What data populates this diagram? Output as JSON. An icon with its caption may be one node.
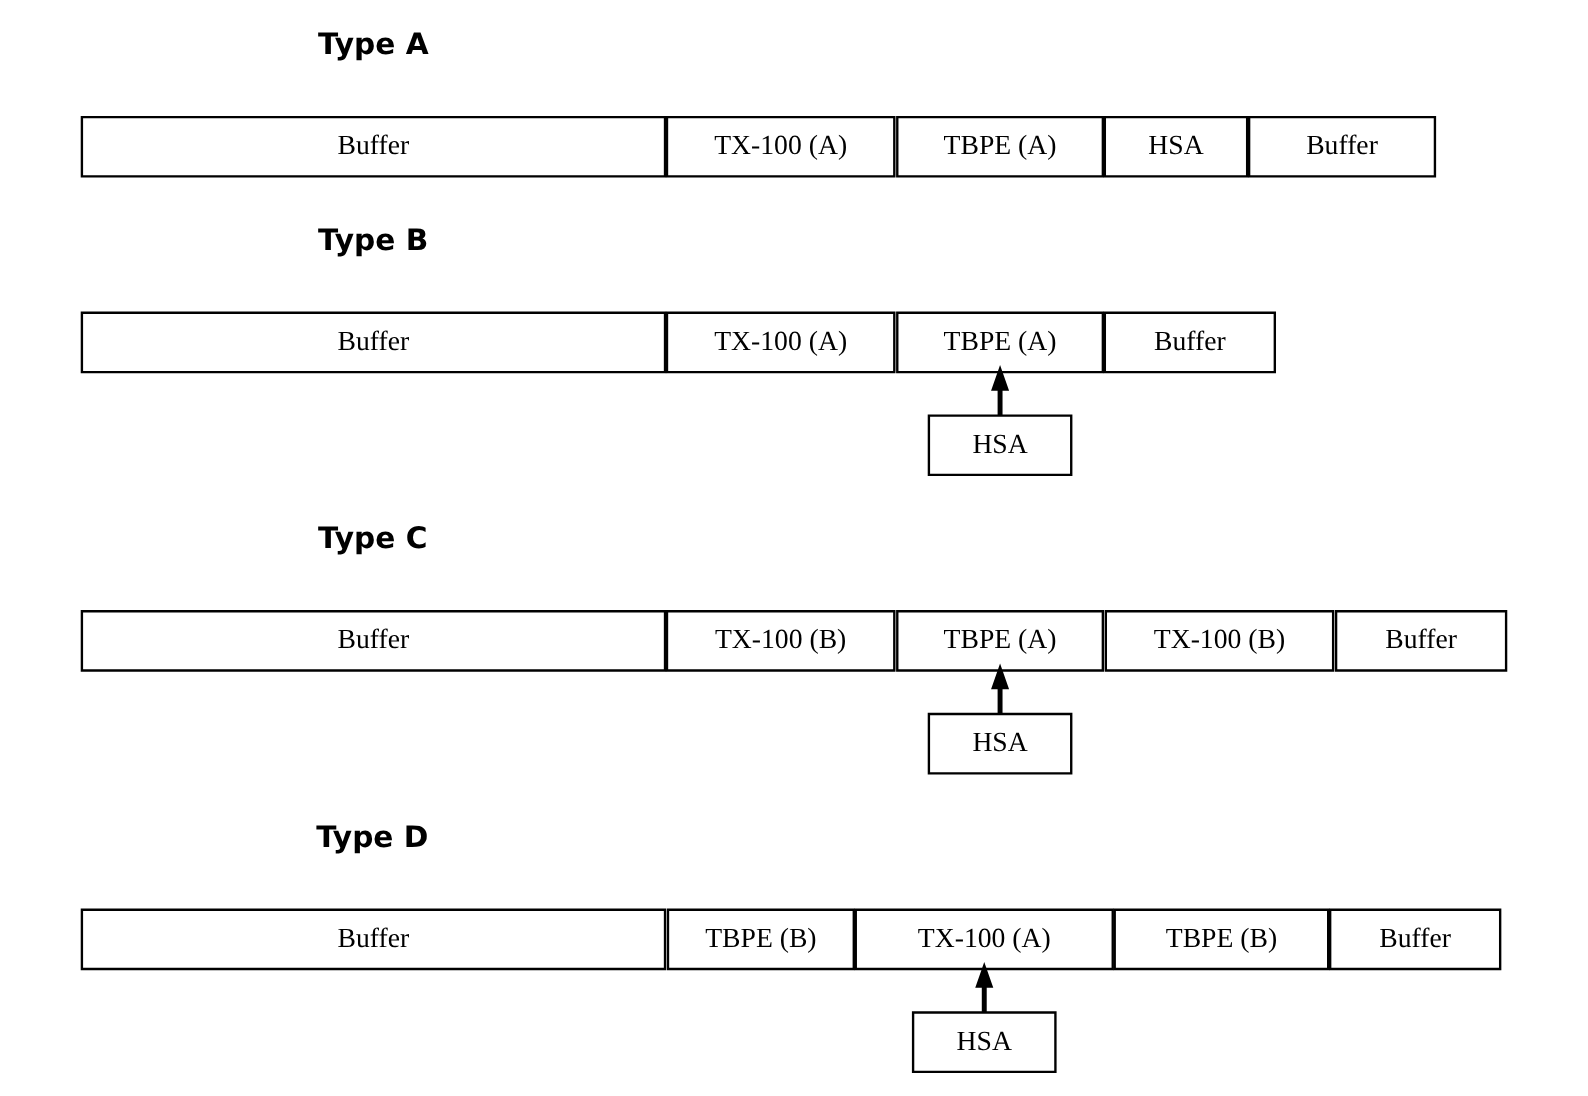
{
  "diagram": {
    "nodes": [
      {
        "text": [
          "Buffer"
        ]
      },
      {
        "text": [
          "TX-100 (A)"
        ]
      },
      {
        "text": [
          "TBPE (A)"
        ]
      },
      {
        "text": [
          "HSA"
        ]
      },
      {
        "text": [
          "Buffer"
        ]
      },
      {
        "text": [
          "Buffer"
        ]
      },
      {
        "text": [
          "TX-100 (A)"
        ]
      },
      {
        "text": [
          "TBPE (A)"
        ]
      },
      {
        "text": [
          "Buffer"
        ]
      },
      {
        "text": [
          "HSA"
        ]
      },
      {
        "text": [
          "Buffer"
        ]
      },
      {
        "text": [
          "TX-100 (B)"
        ]
      },
      {
        "text": [
          "TBPE (A)"
        ]
      },
      {
        "text": [
          "TX-100 (B)"
        ]
      },
      {
        "text": [
          "Buffer"
        ]
      },
      {
        "text": [
          "HSA"
        ]
      },
      {
        "text": [
          "Buffer"
        ]
      },
      {
        "text": [
          "TBPE (B)"
        ]
      },
      {
        "text": [
          "TX-100 (A)"
        ]
      },
      {
        "text": [
          "TBPE (B)"
        ]
      },
      {
        "text": [
          "Buffer"
        ]
      },
      {
        "text": [
          "HSA"
        ]
      }
    ],
    "edges": [
      {
        "from": 9,
        "to": 7,
        "arrow": "to"
      },
      {
        "from": 15,
        "to": 12,
        "arrow": "to"
      },
      {
        "from": 21,
        "to": 18,
        "arrow": "to"
      }
    ],
    "labels": [
      "Type A",
      "Type B",
      "Type C",
      "Type D"
    ]
  }
}
